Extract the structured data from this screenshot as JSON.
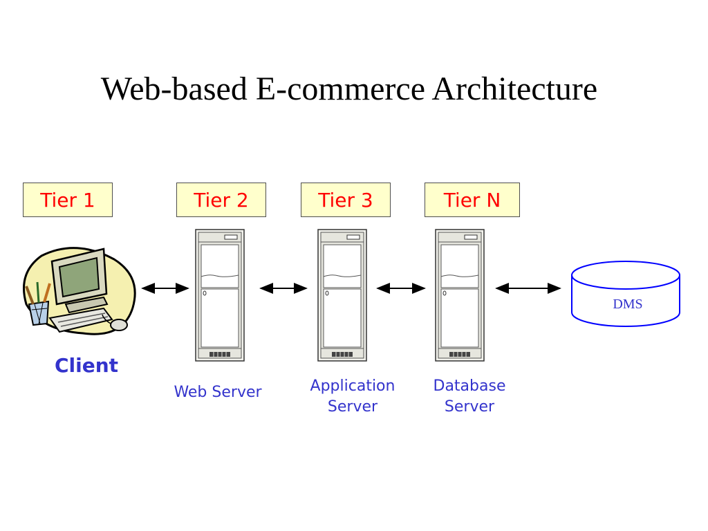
{
  "title": "Web-based E-commerce Architecture",
  "tiers": [
    "Tier 1",
    "Tier 2",
    "Tier 3",
    "Tier N"
  ],
  "nodes": {
    "client": "Client",
    "web_server": "Web Server",
    "application_server": [
      "Application",
      "Server"
    ],
    "database_server": [
      "Database",
      "Server"
    ],
    "dms": "DMS"
  },
  "colors": {
    "tier_text": "#ff0000",
    "tier_fill": "#ffffcc",
    "label_blue": "#3333cc",
    "dms_stroke": "#0000ff"
  },
  "icons": [
    "computer-clipart-icon",
    "server-tower-icon",
    "database-cylinder-icon",
    "double-arrow-icon"
  ]
}
